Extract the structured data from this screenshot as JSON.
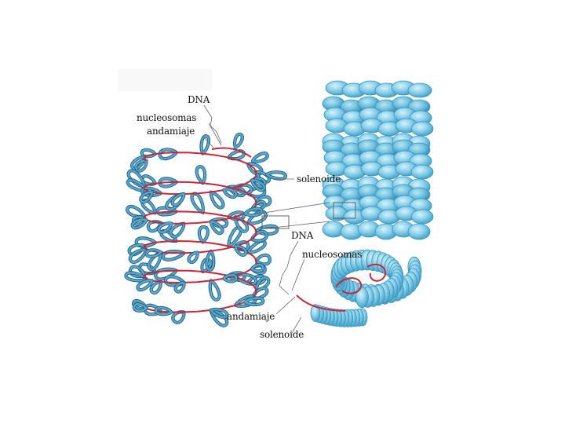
{
  "labels": {
    "left_dna": "DNA",
    "left_nucleosomes": "nucleosomas",
    "left_scaffold": "andamiaje",
    "left_solenoid": "solenoide",
    "right_dna": "DNA",
    "right_nucleosomes": "nucleosomas",
    "right_scaffold": "andamiaje",
    "right_solenoid": "solenoide"
  },
  "colors": {
    "loop_fill": "#5aa9cc",
    "loop_stroke": "#1f5e80",
    "scaffold": "#c9283a",
    "disc_fill": "#7ccbe6",
    "disc_stroke": "#3a94bd",
    "disc_highlight": "#c7ecf8",
    "leader_line": "#666666"
  },
  "icons": [
    "looped-chromatin-icon",
    "solenoid-fiber-icon"
  ]
}
